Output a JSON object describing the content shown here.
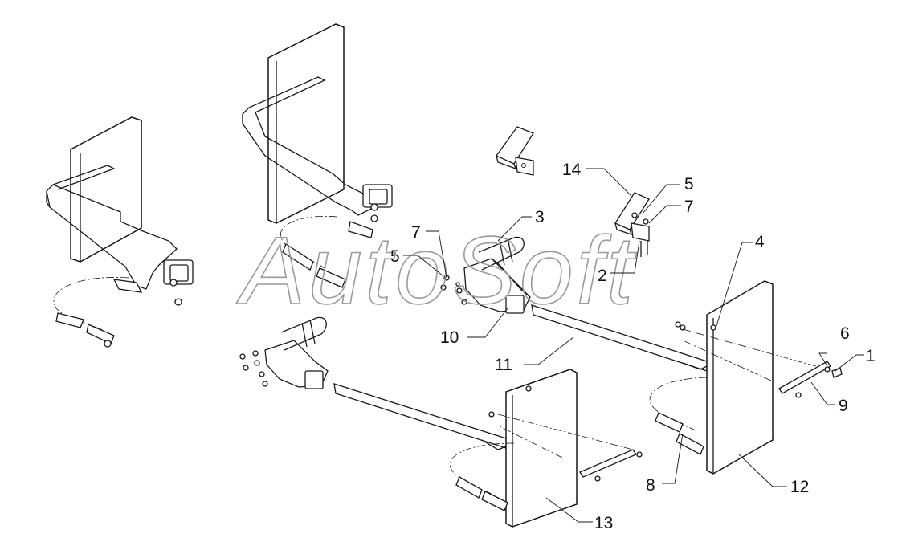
{
  "watermark": "AutoSoft",
  "callouts": [
    {
      "id": "c1",
      "label": "1"
    },
    {
      "id": "c2",
      "label": "2"
    },
    {
      "id": "c3",
      "label": "3"
    },
    {
      "id": "c4",
      "label": "4"
    },
    {
      "id": "c5a",
      "label": "5"
    },
    {
      "id": "c5b",
      "label": "5"
    },
    {
      "id": "c6",
      "label": "6"
    },
    {
      "id": "c7a",
      "label": "7"
    },
    {
      "id": "c7b",
      "label": "7"
    },
    {
      "id": "c8",
      "label": "8"
    },
    {
      "id": "c9",
      "label": "9"
    },
    {
      "id": "c10",
      "label": "10"
    },
    {
      "id": "c11",
      "label": "11"
    },
    {
      "id": "c12",
      "label": "12"
    },
    {
      "id": "c13",
      "label": "13"
    },
    {
      "id": "c14",
      "label": "14"
    }
  ],
  "colors": {
    "line": "#1a1a1a",
    "watermark": "#9a9a9a",
    "background": "#ffffff"
  }
}
